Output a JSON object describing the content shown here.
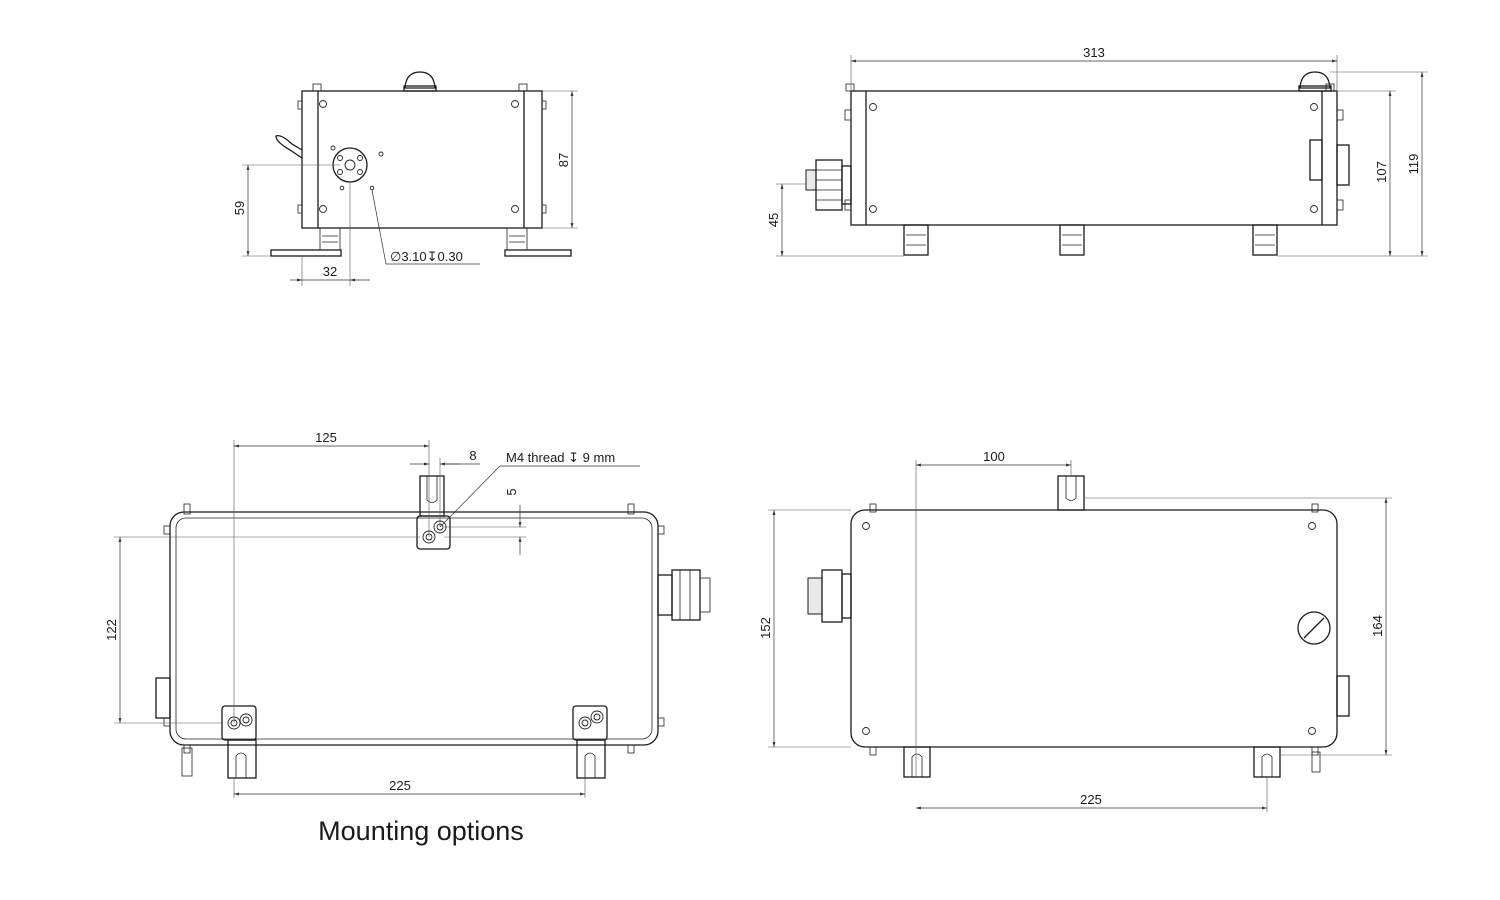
{
  "views": {
    "front": {
      "dims": {
        "height_body": "87",
        "height_axis": "59",
        "axis_offset": "32",
        "hole_callout": "∅3.10↧0.30"
      }
    },
    "side": {
      "dims": {
        "length": "313",
        "height_total": "119",
        "height_body": "107",
        "height_connector": "45"
      }
    },
    "bottom_mount": {
      "dims": {
        "pos_x": "125",
        "slot_width": "8",
        "slot_offset": "5",
        "width_inner": "122",
        "spacing": "225",
        "thread_callout": "M4 thread ↧ 9 mm"
      }
    },
    "top": {
      "dims": {
        "pos_x": "100",
        "width_body": "152",
        "width_total": "164",
        "spacing": "225"
      }
    }
  },
  "caption": "Mounting options"
}
